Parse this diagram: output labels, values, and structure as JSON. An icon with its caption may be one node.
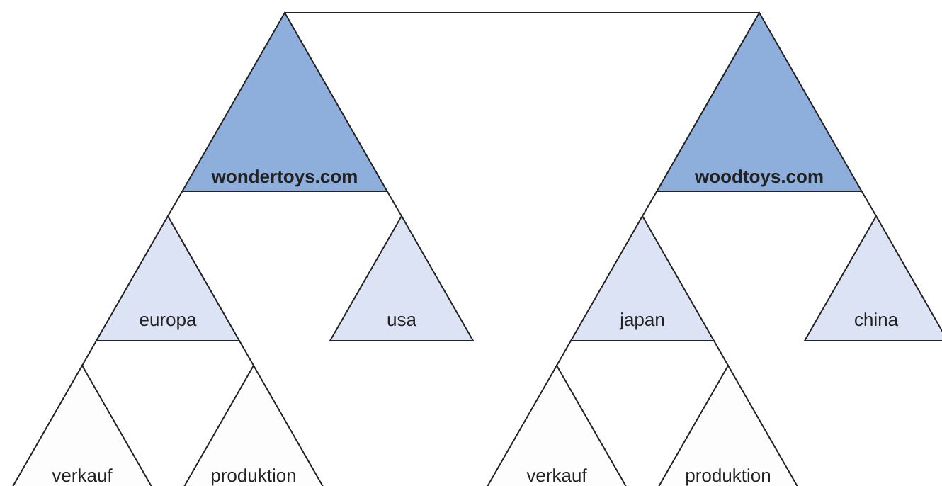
{
  "diagram": {
    "nodes": [
      {
        "text": [
          "wondertoys.com"
        ]
      },
      {
        "text": [
          "woodtoys.com"
        ]
      },
      {
        "text": [
          "europa"
        ]
      },
      {
        "text": [
          "usa"
        ]
      },
      {
        "text": [
          "japan"
        ]
      },
      {
        "text": [
          "china"
        ]
      },
      {
        "text": [
          "verkauf"
        ]
      },
      {
        "text": [
          "produktion"
        ]
      },
      {
        "text": [
          "verkauf"
        ]
      },
      {
        "text": [
          "produktion"
        ]
      }
    ],
    "edges": [
      {
        "from": 0,
        "to": 1,
        "arrow": "none"
      },
      {
        "from": 0,
        "to": 2,
        "arrow": "none"
      },
      {
        "from": 0,
        "to": 3,
        "arrow": "none"
      },
      {
        "from": 2,
        "to": 6,
        "arrow": "none"
      },
      {
        "from": 2,
        "to": 7,
        "arrow": "none"
      },
      {
        "from": 1,
        "to": 4,
        "arrow": "none"
      },
      {
        "from": 1,
        "to": 5,
        "arrow": "none"
      },
      {
        "from": 4,
        "to": 8,
        "arrow": "none"
      },
      {
        "from": 4,
        "to": 9,
        "arrow": "none"
      }
    ]
  }
}
